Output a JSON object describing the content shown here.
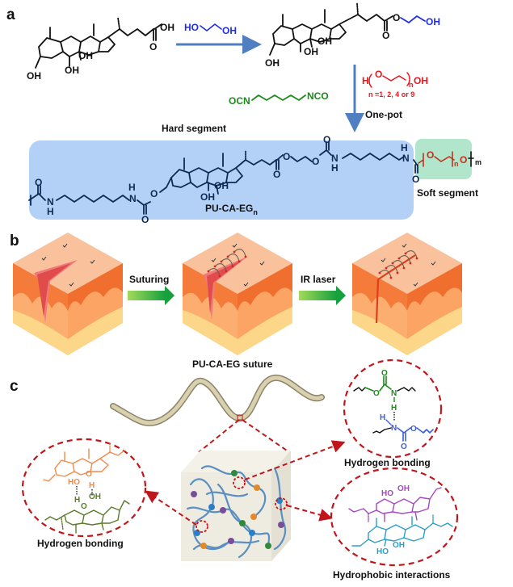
{
  "panels": {
    "a": {
      "letter": "a",
      "reactant_labels": {
        "oh": "OH",
        "o": "O"
      },
      "reagent_ethylene_glycol": {
        "ho": "HO",
        "oh": "OH",
        "color": "#1f2ee6"
      },
      "product_labels": {
        "oh": "OH",
        "o": "O"
      },
      "peg_reagent": {
        "h": "H",
        "o": "O",
        "n": "n",
        "oh": "OH",
        "condition": "n =1, 2, 4 or 9",
        "color": "#e8161b"
      },
      "diisocyanate": {
        "left": "OCN",
        "right": "NCO",
        "color": "#1b8a1b"
      },
      "step_label": "One-pot",
      "hard_segment_label": "Hard segment",
      "soft_segment_label": "Soft segment",
      "polymer_name": "PU-CA-EG",
      "polymer_subscript": "n",
      "repeat_subscript": "m",
      "polymer_atoms": {
        "o": "O",
        "n": "N",
        "h": "H",
        "oh": "OH"
      },
      "colors": {
        "hard_bg": "#b3d1f7",
        "soft_bg": "#b2e6cc",
        "hard_ink": "#0d2a55",
        "soft_ink": "#c0321a",
        "arrow": "#4f7fc0"
      }
    },
    "b": {
      "letter": "b",
      "step1_label": "Suturing",
      "step2_label": "IR laser",
      "colors": {
        "skin_top": "#f9c19c",
        "dermis": "#f47b3a",
        "fat": "#fbb06e",
        "base": "#fcd789",
        "wound": "#e14b4b",
        "arrow_start": "#9fd857",
        "arrow_end": "#19a33f"
      }
    },
    "c": {
      "letter": "c",
      "suture_label": "PU-CA-EG suture",
      "callouts": [
        {
          "label": "Hydrogen bonding",
          "position": "top-right",
          "atoms": {
            "o": "O",
            "n": "N",
            "h": "H"
          }
        },
        {
          "label": "Hydrogen bonding",
          "position": "left",
          "atoms": {
            "ho": "HO",
            "o": "O",
            "h": "H",
            "oh": "OH"
          }
        },
        {
          "label": "Hydrophobic interactions",
          "position": "bottom-right",
          "atoms": {
            "ho": "HO",
            "oh": "OH"
          }
        }
      ],
      "colors": {
        "dashed": "#c0161b",
        "suture": "#cfc6a3",
        "network": "#5a8fc2",
        "cube": "#eeebe0"
      }
    }
  }
}
